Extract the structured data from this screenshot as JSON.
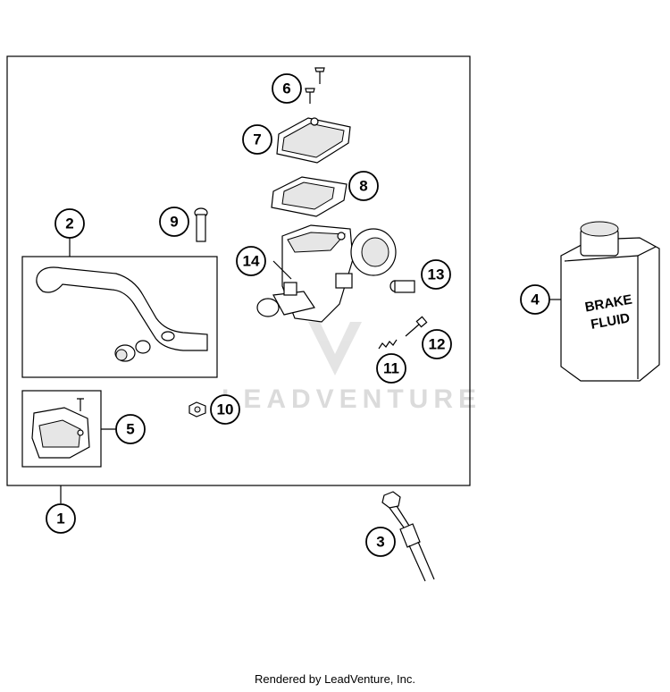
{
  "callouts": [
    {
      "id": "1",
      "label": "1"
    },
    {
      "id": "2",
      "label": "2"
    },
    {
      "id": "3",
      "label": "3"
    },
    {
      "id": "4",
      "label": "4"
    },
    {
      "id": "5",
      "label": "5"
    },
    {
      "id": "6",
      "label": "6"
    },
    {
      "id": "7",
      "label": "7"
    },
    {
      "id": "8",
      "label": "8"
    },
    {
      "id": "9",
      "label": "9"
    },
    {
      "id": "10",
      "label": "10"
    },
    {
      "id": "11",
      "label": "11"
    },
    {
      "id": "12",
      "label": "12"
    },
    {
      "id": "13",
      "label": "13"
    },
    {
      "id": "14",
      "label": "14"
    }
  ],
  "bottle": {
    "line1": "BRAKE",
    "line2": "FLUID"
  },
  "watermark": {
    "text": "LEADVENTURE"
  },
  "footer": {
    "text": "Rendered by LeadVenture, Inc."
  }
}
